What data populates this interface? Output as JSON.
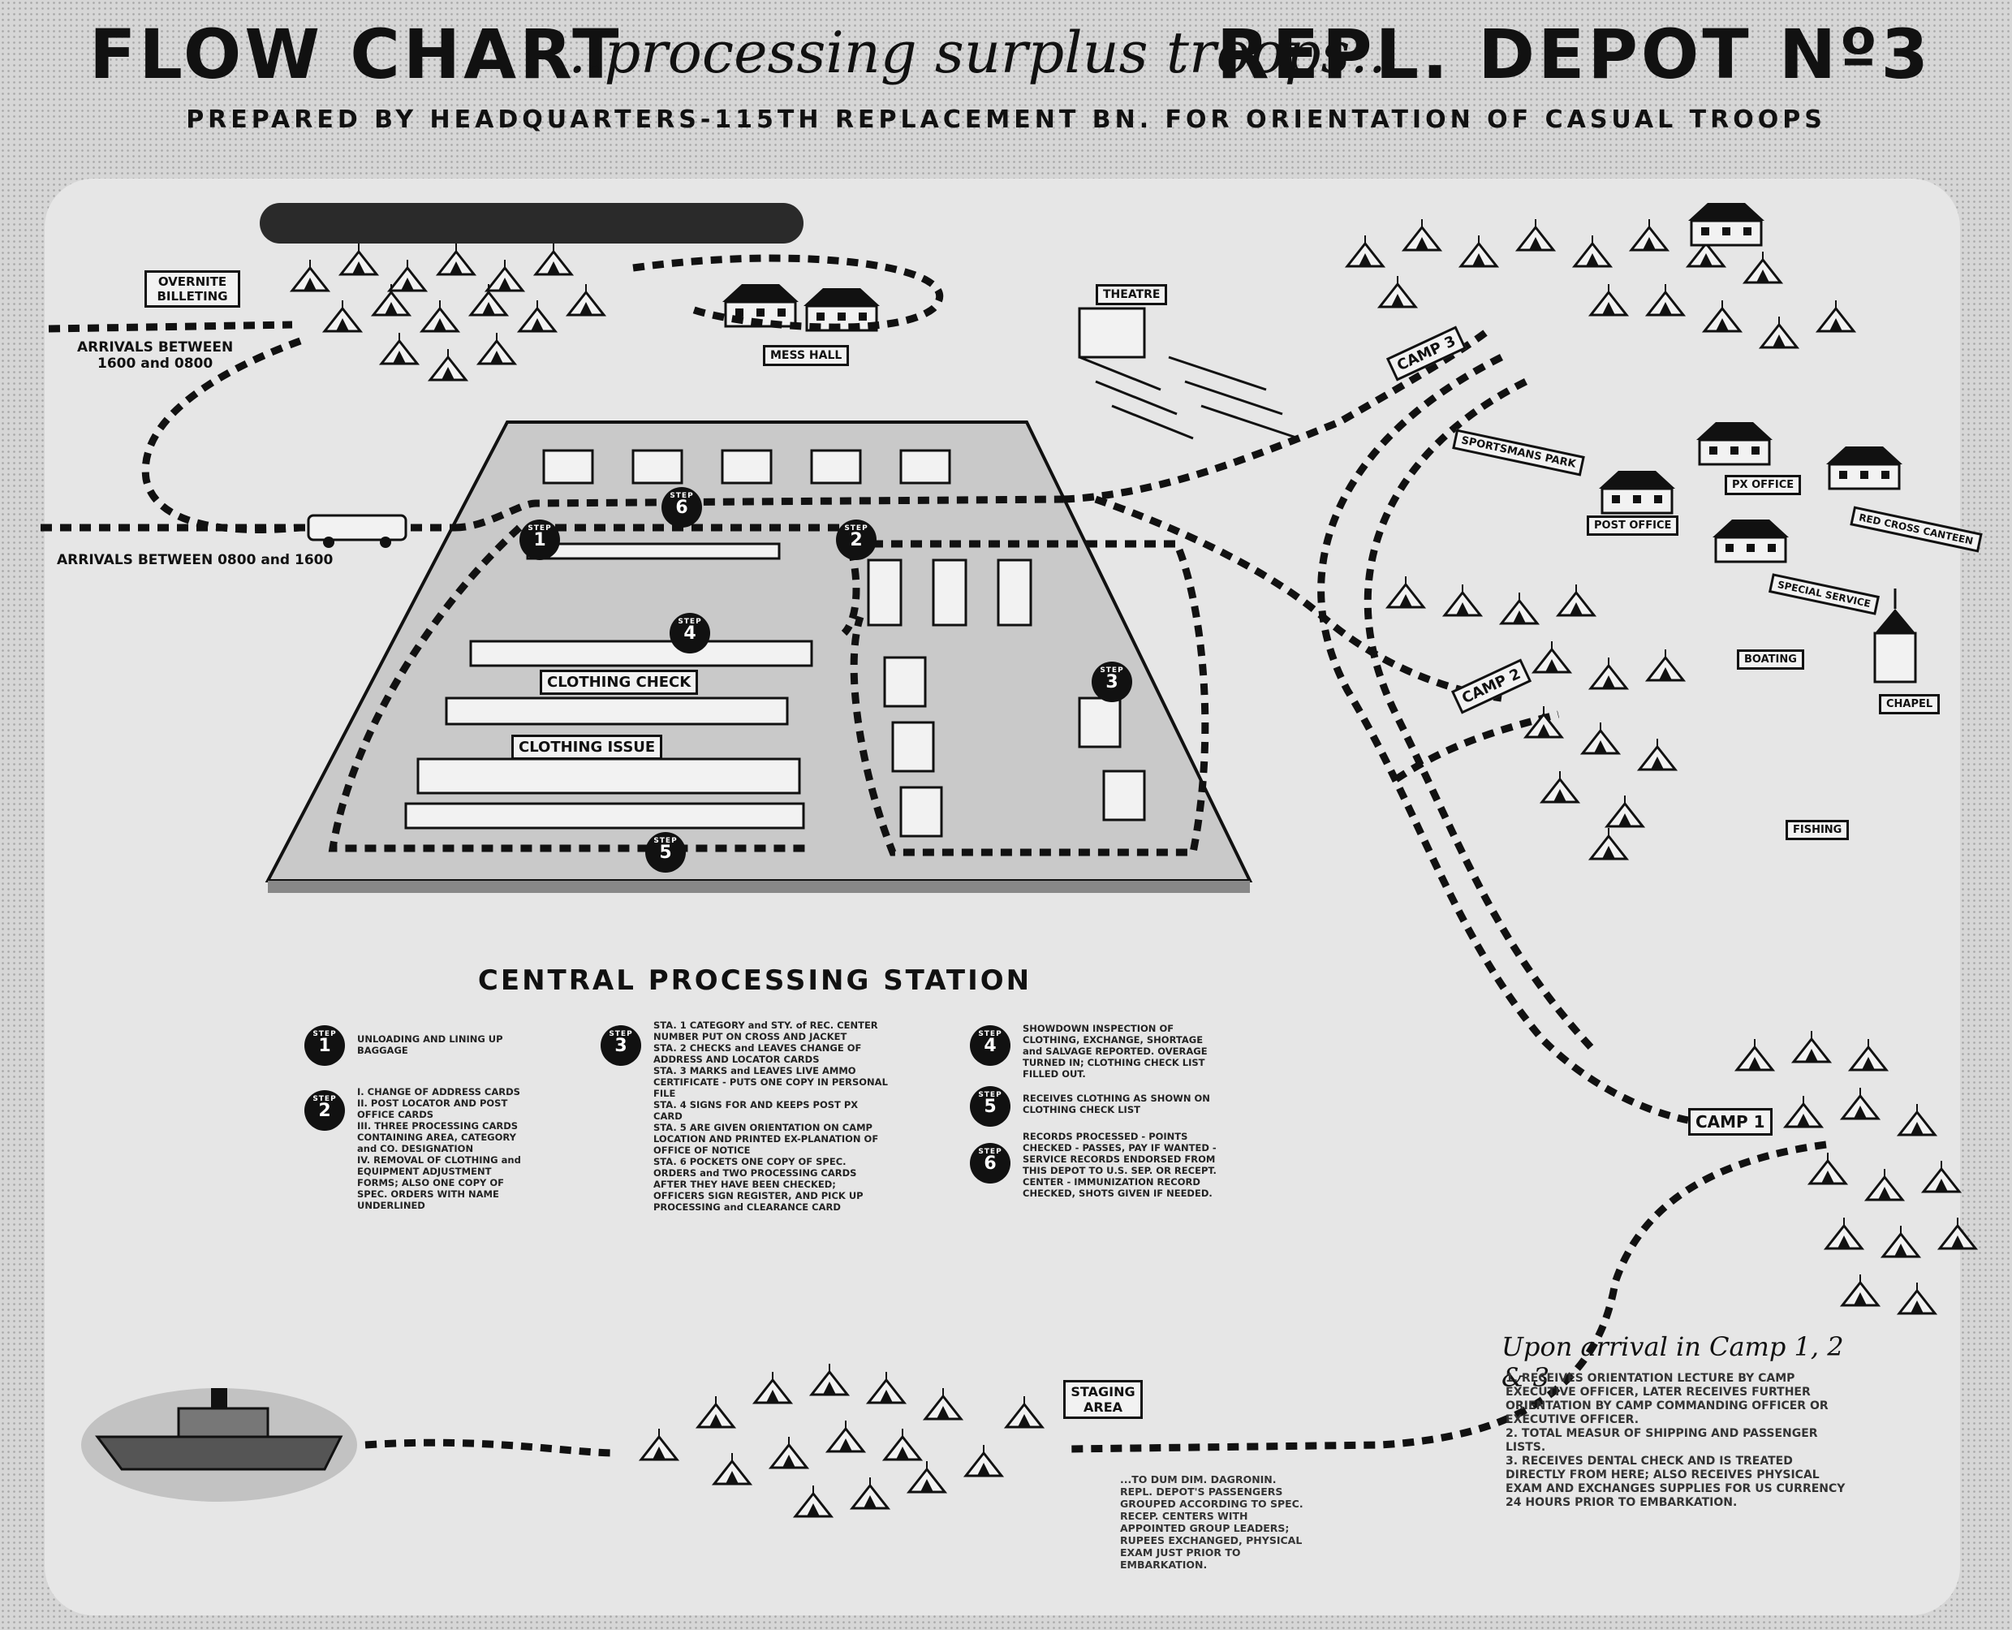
{
  "title": {
    "left": "FLOW CHART",
    "script": "..processing surplus troops..",
    "right": "REPL. DEPOT Nº3"
  },
  "subtitle": "PREPARED BY HEADQUARTERS-115TH REPLACEMENT BN. FOR ORIENTATION OF CASUAL TROOPS",
  "labels": {
    "overnite_billeting": "OVERNITE BILLETING",
    "arrivals_night": "ARRIVALS BETWEEN\n1600 and 0800",
    "arrivals_day": "ARRIVALS BETWEEN 0800 and 1600",
    "mess_hall": "MESS HALL",
    "theatre": "THEATRE",
    "sportsmans_park": "SPORTSMANS PARK",
    "post_office": "POST OFFICE",
    "px_office": "PX OFFICE",
    "red_cross": "RED CROSS CANTEEN",
    "special_service": "SPECIAL SERVICE",
    "boating": "BOATING",
    "fishing": "FISHING",
    "chapel": "CHAPEL",
    "camp1": "CAMP 1",
    "camp2": "CAMP 2",
    "camp3": "CAMP 3",
    "staging_area": "STAGING AREA",
    "clothing_check": "CLOTHING CHECK",
    "clothing_issue": "CLOTHING ISSUE"
  },
  "legend": {
    "title": "CENTRAL PROCESSING STATION",
    "step_word": "STEP",
    "steps": [
      {
        "num": "1",
        "text": "UNLOADING AND LINING UP BAGGAGE"
      },
      {
        "num": "2",
        "text": "I. CHANGE OF ADDRESS CARDS\nII. POST LOCATOR AND POST OFFICE CARDS\nIII. THREE PROCESSING CARDS CONTAINING AREA, CATEGORY and CO. DESIGNATION\nIV. REMOVAL OF CLOTHING and EQUIPMENT ADJUSTMENT FORMS; ALSO ONE COPY OF SPEC. ORDERS WITH NAME UNDERLINED"
      },
      {
        "num": "3",
        "text": "STA. 1 CATEGORY and STY. of REC. CENTER NUMBER PUT ON CROSS AND JACKET\nSTA. 2 CHECKS and LEAVES CHANGE OF ADDRESS AND LOCATOR CARDS\nSTA. 3 MARKS and LEAVES LIVE AMMO CERTIFICATE - PUTS ONE COPY IN PERSONAL FILE\nSTA. 4 SIGNS FOR AND KEEPS POST PX CARD\nSTA. 5 ARE GIVEN ORIENTATION ON CAMP LOCATION AND PRINTED EX-PLANATION OF OFFICE OF NOTICE\nSTA. 6 POCKETS ONE COPY OF SPEC. ORDERS and TWO PROCESSING CARDS AFTER THEY HAVE BEEN CHECKED; OFFICERS SIGN REGISTER, AND PICK UP PROCESSING and CLEARANCE CARD"
      },
      {
        "num": "4",
        "text": "SHOWDOWN INSPECTION OF CLOTHING, EXCHANGE, SHORTAGE and SALVAGE REPORTED. OVERAGE TURNED IN; CLOTHING CHECK LIST FILLED OUT."
      },
      {
        "num": "5",
        "text": "RECEIVES CLOTHING AS SHOWN ON CLOTHING CHECK LIST"
      },
      {
        "num": "6",
        "text": "RECORDS PROCESSED - POINTS CHECKED - PASSES, PAY IF WANTED - SERVICE RECORDS ENDORSED FROM THIS DEPOT TO U.S. SEP. OR RECEPT. CENTER - IMMUNIZATION RECORD CHECKED, SHOTS GIVEN IF NEEDED."
      }
    ]
  },
  "camp_note": {
    "heading": "Upon arrival in Camp 1, 2 & 3",
    "text": "1. RECEIVES ORIENTATION LECTURE BY CAMP EXECUTIVE OFFICER, LATER RECEIVES FURTHER ORIENTATION BY CAMP COMMANDING OFFICER OR EXECUTIVE OFFICER.\n2. TOTAL MEASUR OF SHIPPING AND PASSENGER LISTS.\n3. RECEIVES DENTAL CHECK AND IS TREATED DIRECTLY FROM HERE; ALSO RECEIVES PHYSICAL EXAM AND EXCHANGES SUPPLIES FOR US CURRENCY 24 HOURS PRIOR TO EMBARKATION."
  },
  "staging_note": "...TO DUM DIM. DAGRONIN. REPL. DEPOT'S PASSENGERS GROUPED ACCORDING TO SPEC. RECEP. CENTERS WITH APPOINTED GROUP LEADERS; RUPEES EXCHANGED, PHYSICAL EXAM JUST PRIOR TO EMBARKATION.",
  "colors": {
    "ink": "#111111",
    "paper": "#d6d6d6",
    "map": "#e6e6e6",
    "night_sky": "#2a2a2a"
  }
}
